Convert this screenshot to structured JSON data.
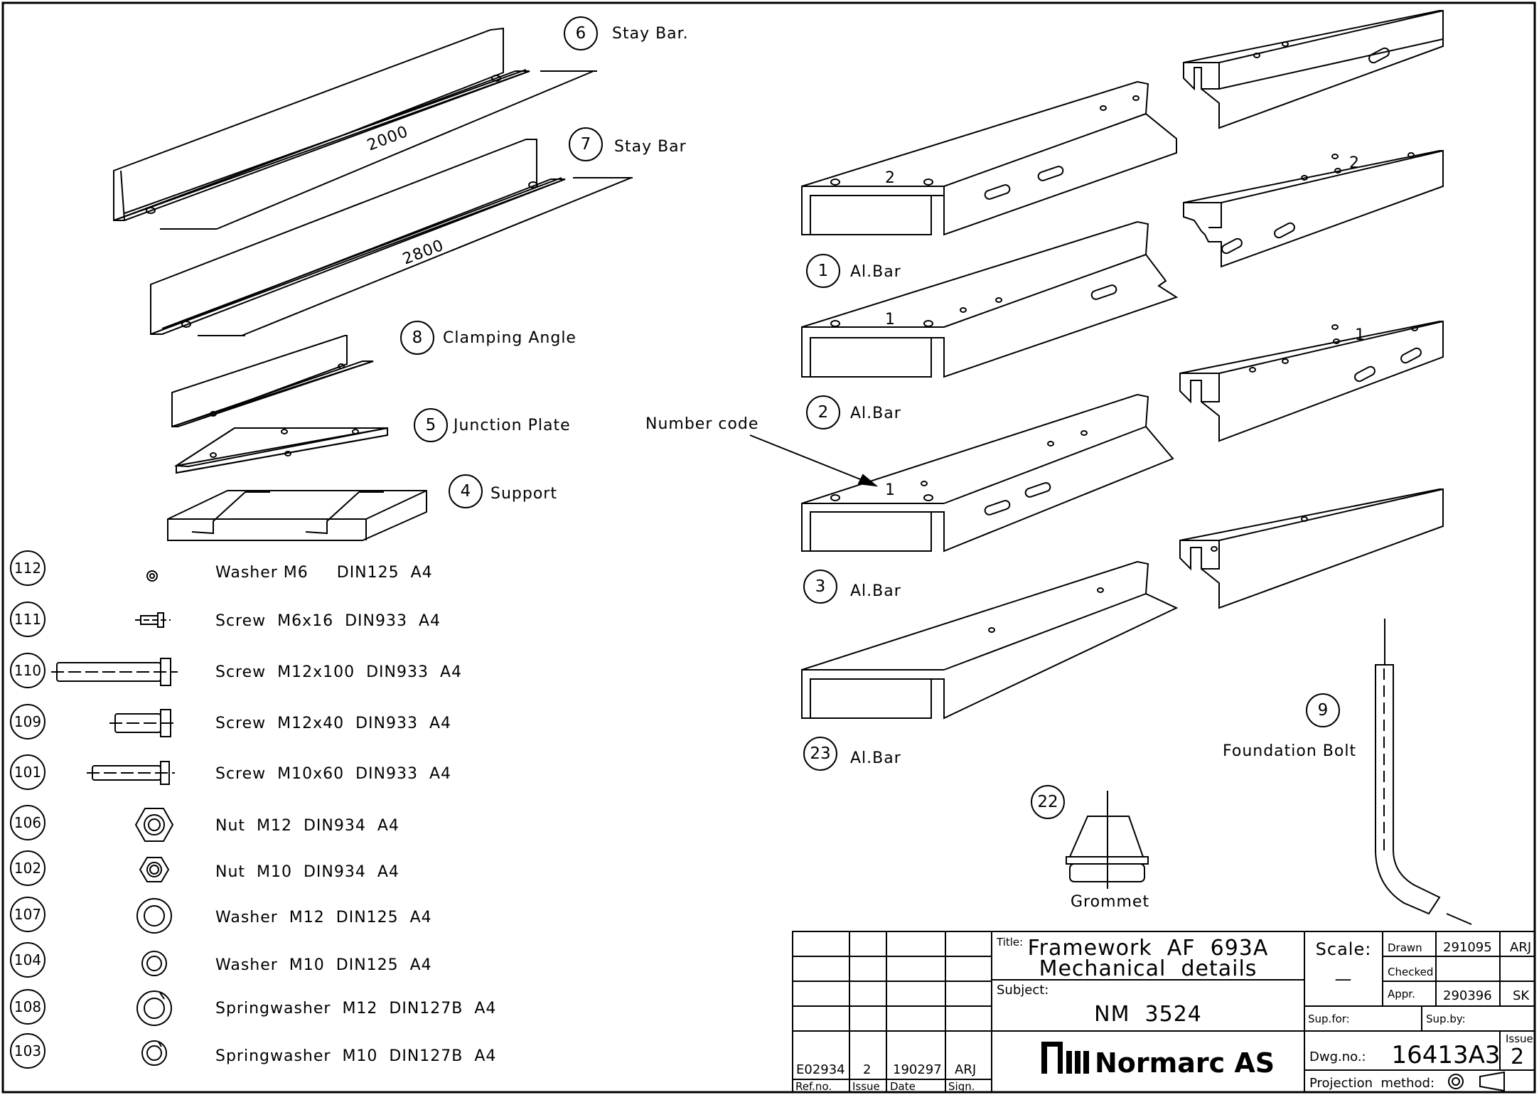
{
  "parts_top": [
    {
      "num": "6",
      "label": "Stay Bar."
    },
    {
      "num": "7",
      "label": "Stay Bar"
    },
    {
      "num": "8",
      "label": "Clamping Angle"
    },
    {
      "num": "5",
      "label": "Junction Plate"
    },
    {
      "num": "4",
      "label": "Support"
    }
  ],
  "dimensions": {
    "stay_bar_6": "2000",
    "stay_bar_7": "2800"
  },
  "fasteners": [
    {
      "num": "112",
      "label": "Washer M6     DIN125  A4"
    },
    {
      "num": "111",
      "label": "Screw  M6x16  DIN933  A4"
    },
    {
      "num": "110",
      "label": "Screw  M12x100  DIN933  A4"
    },
    {
      "num": "109",
      "label": "Screw  M12x40  DIN933  A4"
    },
    {
      "num": "101",
      "label": "Screw  M10x60  DIN933  A4"
    },
    {
      "num": "106",
      "label": "Nut  M12  DIN934  A4"
    },
    {
      "num": "102",
      "label": "Nut  M10  DIN934  A4"
    },
    {
      "num": "107",
      "label": "Washer  M12  DIN125  A4"
    },
    {
      "num": "104",
      "label": "Washer  M10  DIN125  A4"
    },
    {
      "num": "108",
      "label": "Springwasher  M12  DIN127B  A4"
    },
    {
      "num": "103",
      "label": "Springwasher  M10  DIN127B  A4"
    }
  ],
  "bars": [
    {
      "num": "1",
      "label": "Al.Bar",
      "code": "2"
    },
    {
      "num": "2",
      "label": "Al.Bar",
      "code": "1"
    },
    {
      "num": "3",
      "label": "Al.Bar",
      "code": "1"
    },
    {
      "num": "23",
      "label": "Al.Bar",
      "code": ""
    }
  ],
  "bar_end_codes": [
    "2",
    "1"
  ],
  "number_code_label": "Number code",
  "foundation_bolt": {
    "num": "9",
    "label": "Foundation Bolt"
  },
  "grommet": {
    "num": "22",
    "label": "Grommet"
  },
  "title_block": {
    "title_label": "Title:",
    "title_line1": "Framework  AF  693A",
    "title_line2": "Mechanical  details",
    "subject_label": "Subject:",
    "subject": "NM  3524",
    "scale_label": "Scale:",
    "scale_value": "—",
    "drawn_label": "Drawn",
    "drawn_date": "291095",
    "drawn_sign": "ARJ",
    "checked_label": "Checked",
    "appr_label": "Appr.",
    "appr_date": "290396",
    "appr_sign": "SK",
    "sup_for": "Sup.for:",
    "sup_by": "Sup.by:",
    "dwg_label": "Dwg.no.:",
    "dwg_no": "16413A3",
    "issue_label": "Issue",
    "issue_no": "2",
    "projection_label": "Projection  method:",
    "rev": {
      "ref": "E02934",
      "issue": "2",
      "date": "190297",
      "sign": "ARJ"
    },
    "rev_headers": {
      "ref": "Ref.no.",
      "issue": "Issue",
      "date": "Date",
      "sign": "Sign."
    },
    "company": "Normarc AS"
  }
}
